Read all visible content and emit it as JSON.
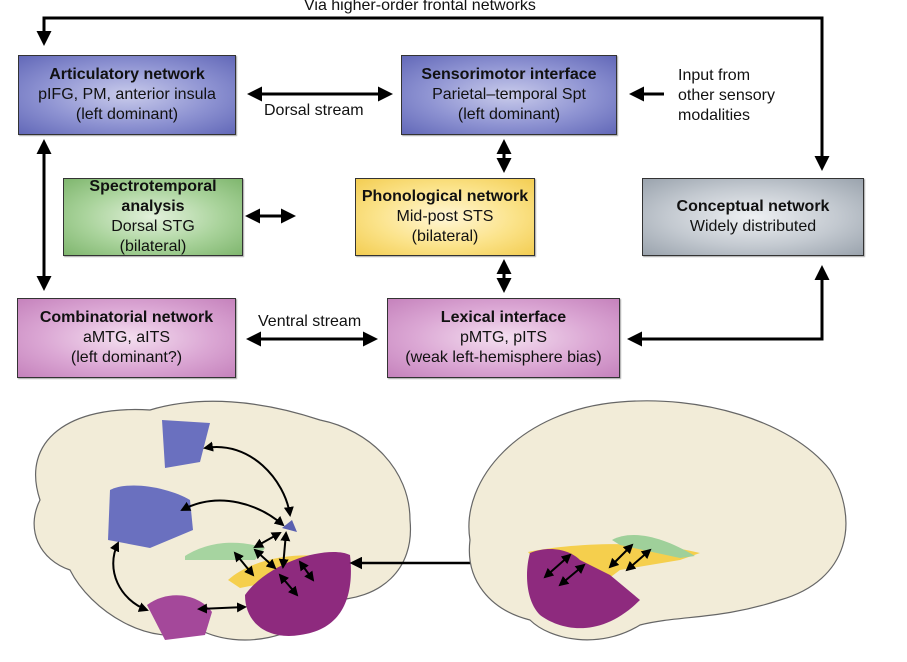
{
  "diagram": {
    "top_loop_label": "Via higher-order frontal networks",
    "dorsal_label": "Dorsal stream",
    "ventral_label": "Ventral stream",
    "input_label": [
      "Input from",
      "other sensory",
      "modalities"
    ],
    "nodes": {
      "articulatory": {
        "title": "Articulatory network",
        "line1": "pIFG, PM, anterior insula",
        "line2": "(left dominant)",
        "color": "#8e93d2"
      },
      "sensorimotor": {
        "title": "Sensorimotor interface",
        "line1": "Parietal–temporal Spt",
        "line2": "(left dominant)",
        "color": "#8e93d2"
      },
      "spectrotemporal": {
        "title": "Spectrotemporal analysis",
        "line1": "Dorsal STG",
        "line2": "(bilateral)",
        "color": "#a9d39b"
      },
      "phonological": {
        "title": "Phonological network",
        "line1": "Mid-post STS",
        "line2": "(bilateral)",
        "color": "#fbe38a"
      },
      "conceptual": {
        "title": "Conceptual network",
        "line1": "Widely distributed",
        "color": "#c3c9d0"
      },
      "combinatorial": {
        "title": "Combinatorial network",
        "line1": "aMTG, aITS",
        "line2": "(left dominant?)",
        "color": "#dba7d4"
      },
      "lexical": {
        "title": "Lexical interface",
        "line1": "pMTG, pITS",
        "line2": "(weak left-hemisphere bias)",
        "color": "#dba7d4"
      }
    },
    "edges": [
      {
        "from": "articulatory",
        "to": "sensorimotor",
        "type": "bidirectional",
        "label": "Dorsal stream"
      },
      {
        "from": "articulatory",
        "to": "combinatorial",
        "type": "bidirectional"
      },
      {
        "from": "sensorimotor",
        "to": "phonological",
        "type": "bidirectional"
      },
      {
        "from": "spectrotemporal",
        "to": "phonological",
        "type": "bidirectional"
      },
      {
        "from": "phonological",
        "to": "lexical",
        "type": "bidirectional"
      },
      {
        "from": "combinatorial",
        "to": "lexical",
        "type": "bidirectional",
        "label": "Ventral stream"
      },
      {
        "from": "lexical",
        "to": "conceptual",
        "type": "bidirectional"
      },
      {
        "from": "conceptual",
        "to": "articulatory",
        "type": "directed",
        "label": "Via higher-order frontal networks"
      },
      {
        "from": "input",
        "to": "sensorimotor",
        "type": "directed"
      }
    ],
    "brain": {
      "left_hemisphere": "left-hemisphere-illustration",
      "right_hemisphere": "right-hemisphere-illustration",
      "region_colors": {
        "articulatory": "#5a60b0",
        "spectrotemporal": "#9fd09a",
        "phonological": "#f5cf4d",
        "lexical": "#8e2a7e",
        "combinatorial": "#a4489a",
        "cortex": "#f2ecd8"
      }
    }
  }
}
